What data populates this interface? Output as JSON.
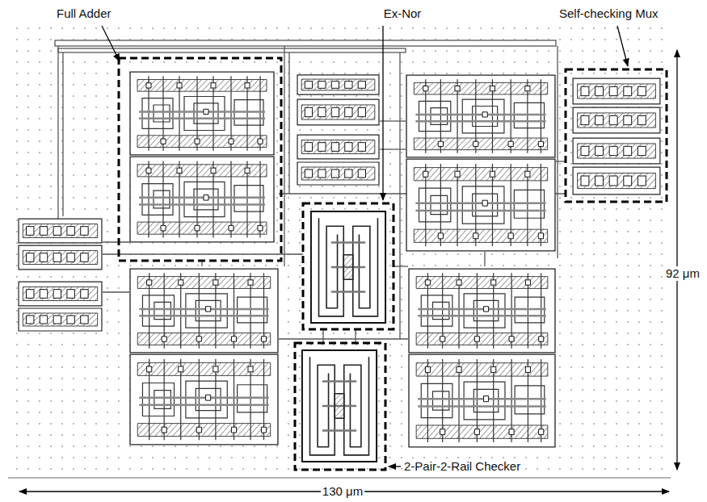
{
  "diagram": {
    "labels": [
      "Full Adder",
      "Ex-Nor",
      "Self-checking Mux",
      "92 μm",
      "2-Pair-2-Rail Checker",
      "130 μm"
    ]
  }
}
